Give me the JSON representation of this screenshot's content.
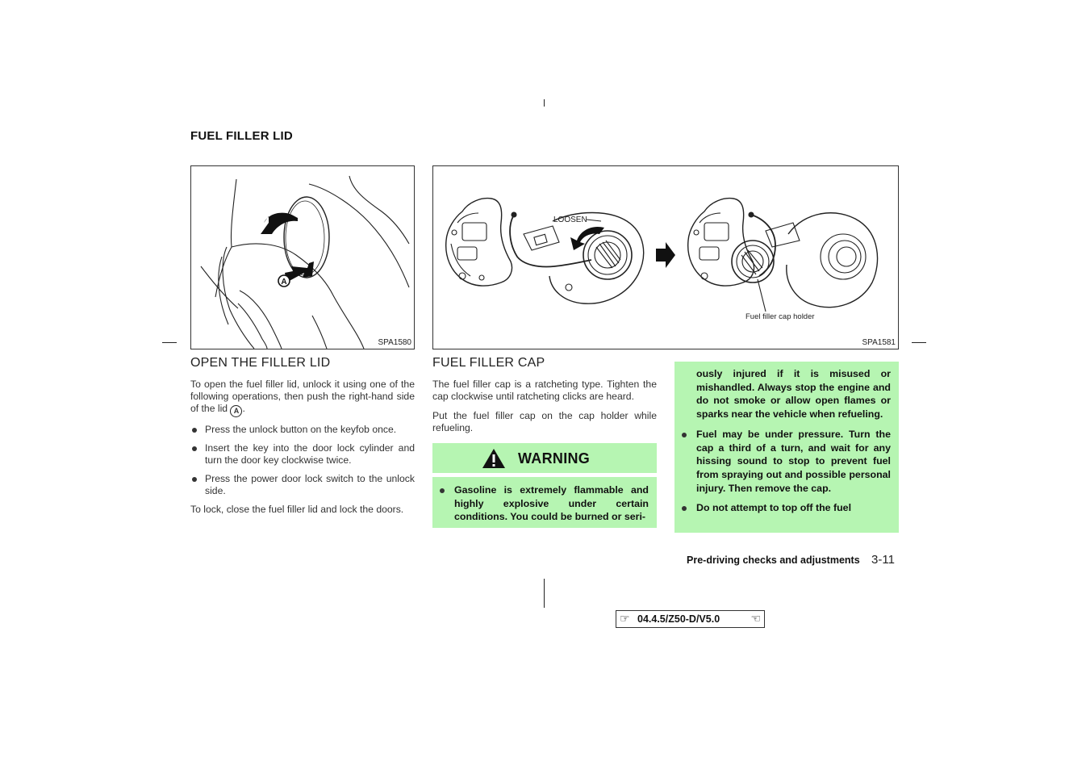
{
  "page": {
    "section_title": "FUEL FILLER LID",
    "footer_label": "Pre-driving checks and adjustments",
    "page_number": "3-11",
    "version": "04.4.5/Z50-D/V5.0"
  },
  "figure_left": {
    "code": "SPA1580",
    "callout": "A"
  },
  "figure_right": {
    "code": "SPA1581",
    "label_loosen": "LOOSEN",
    "label_holder": "Fuel filler cap holder"
  },
  "open_lid": {
    "heading": "OPEN THE FILLER LID",
    "intro_before": "To open the fuel filler lid, unlock it using one of the following operations, then push the right-hand side of the lid",
    "intro_symbol": "A",
    "intro_after": ".",
    "bullets": [
      "Press the unlock button on the keyfob once.",
      "Insert the key into the door lock cylinder and turn the door key clockwise twice.",
      "Press the power door lock switch to the unlock side."
    ],
    "closing": "To lock, close the fuel filler lid and lock the doors."
  },
  "filler_cap": {
    "heading": "FUEL FILLER CAP",
    "paragraphs": [
      "The fuel filler cap is a ratcheting type. Tighten the cap clockwise until ratcheting clicks are heard.",
      "Put the fuel filler cap on the cap holder while refueling."
    ],
    "warning_title": "WARNING",
    "warning_first": "Gasoline is extremely flammable and highly explosive under certain conditions. You could be burned or seri-"
  },
  "warning_cont": {
    "continuation": "ously injured if it is misused or mishandled. Always stop the engine and do not smoke or allow open flames or sparks near the vehicle when refueling.",
    "bullets": [
      "Fuel may be under pressure. Turn the cap a third of a turn, and wait for any hissing sound to stop to prevent fuel from spraying out and possible personal injury. Then remove the cap.",
      "Do not attempt to top off the fuel"
    ]
  }
}
